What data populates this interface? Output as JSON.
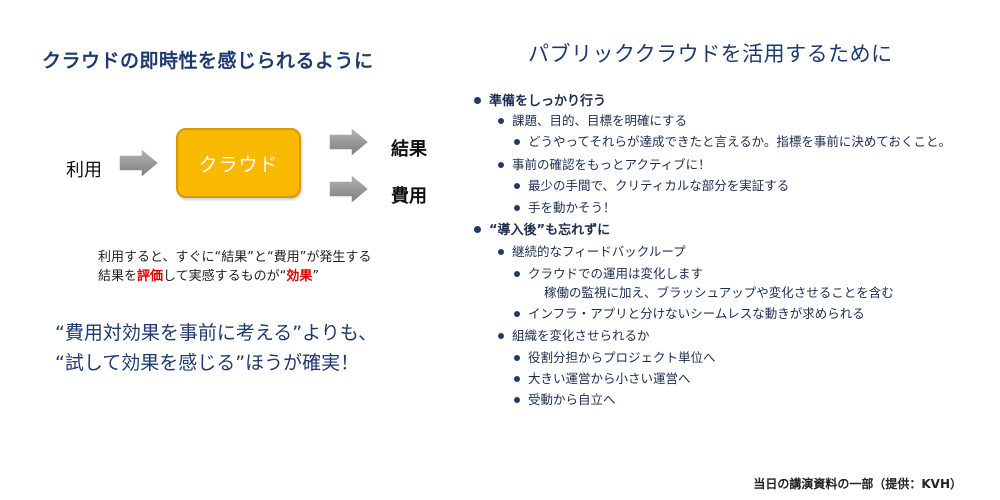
{
  "left": {
    "title": "クラウドの即時性を感じられるように",
    "flow": {
      "input_label": "利用",
      "box_label": "クラウド",
      "output_1": "結果",
      "output_2": "費用"
    },
    "desc": {
      "line1": "利用すると、すぐに“結果”と“費用”が発生する",
      "line2_a": "結果を",
      "line2_hl1": "評価",
      "line2_b": "して実感するものが“",
      "line2_hl2": "効果",
      "line2_c": "”"
    },
    "big": {
      "line1": "“費用対効果を事前に考える”よりも、",
      "line2": "“試して効果を感じる”ほうが確実！"
    }
  },
  "right": {
    "title": "パブリッククラウドを活用するために",
    "items": [
      "準備をしっかり行う",
      "課題、目的、目標を明確にする",
      "どうやってそれらが達成できたと言えるか。指標を事前に決めておくこと。",
      "事前の確認をもっとアクティブに！",
      "最少の手間で、クリティカルな部分を実証する",
      "手を動かそう！",
      "“導入後”も忘れずに",
      "継続的なフィードバックループ",
      "クラウドでの運用は変化します",
      "稼働の監視に加え、ブラッシュアップや変化させることを含む",
      "インフラ・アプリと分けないシームレスな動きが求められる",
      "組織を変化させられるか",
      "役割分担からプロジェクト単位へ",
      "大きい運営から小さい運営へ",
      "受動から自立へ"
    ]
  },
  "footer": "当日の講演資料の一部（提供：KVH）",
  "colors": {
    "title_blue": "#1f3a6e",
    "box_fill": "#f8b900",
    "highlight_red": "#e00000",
    "arrow_gray": "#8c8c8c"
  }
}
